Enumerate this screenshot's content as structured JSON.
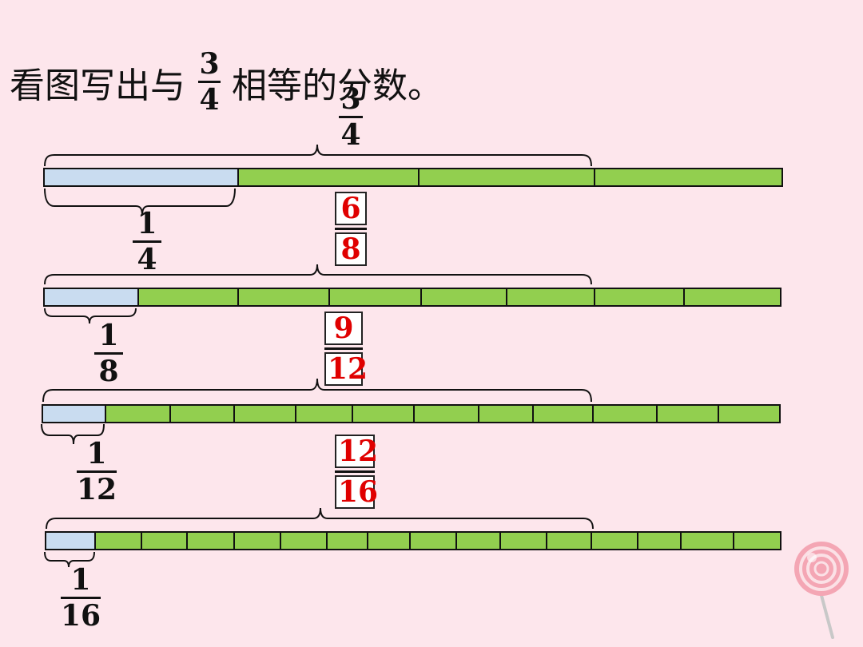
{
  "title": {
    "text_before": "看图写出与",
    "fraction": {
      "numerator": "3",
      "denominator": "4"
    },
    "text_after": "相等的分数。"
  },
  "top_fraction": {
    "numerator": "3",
    "denominator": "4"
  },
  "strips": [
    {
      "parts": 4,
      "unit_fraction": {
        "numerator": "1",
        "denominator": "4"
      }
    },
    {
      "parts": 8,
      "unit_fraction": {
        "numerator": "1",
        "denominator": "8"
      }
    },
    {
      "parts": 12,
      "unit_fraction": {
        "numerator": "1",
        "denominator": "12"
      }
    },
    {
      "parts": 16,
      "unit_fraction": {
        "numerator": "1",
        "denominator": "16"
      }
    }
  ],
  "answers": [
    {
      "numerator": "6",
      "denominator": "8"
    },
    {
      "numerator": "9",
      "denominator": "12"
    },
    {
      "numerator": "12",
      "denominator": "16"
    }
  ],
  "colors": {
    "background": "#fde6ec",
    "shaded_part": "#c9dcf0",
    "other_parts": "#92cf4f",
    "answer_text": "#e00000"
  }
}
